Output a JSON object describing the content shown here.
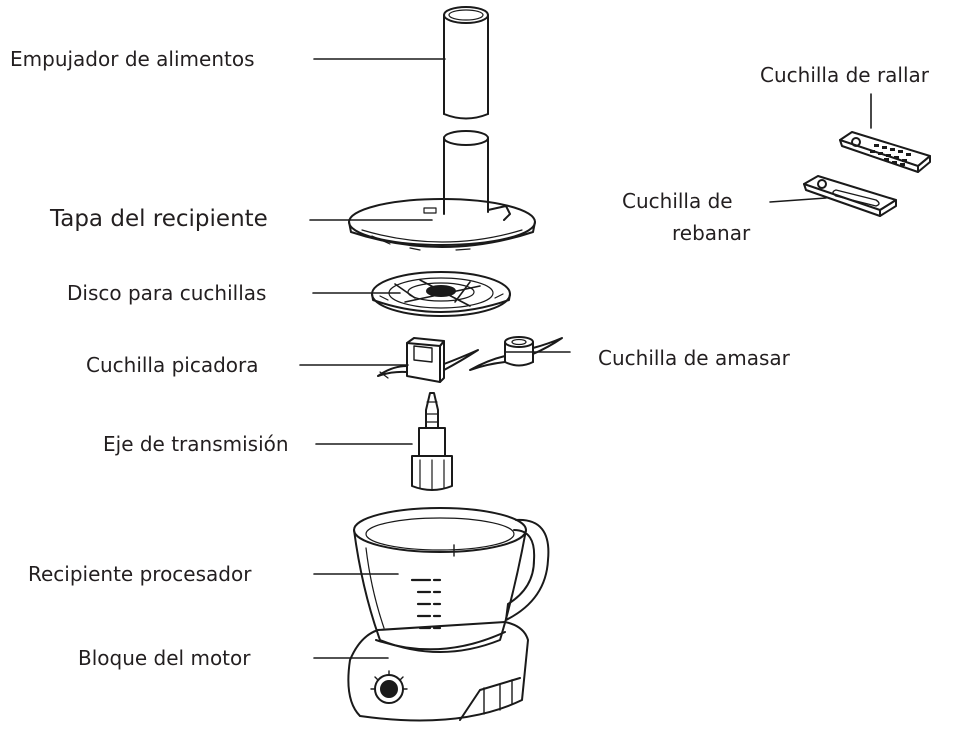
{
  "labels": {
    "food_pusher": "Empujador de alimentos",
    "bowl_lid": "Tapa del recipiente",
    "blade_disc": "Disco para cuchillas",
    "chopping_blade": "Cuchilla picadora",
    "drive_shaft": "Eje de transmisión",
    "processor_bowl": "Recipiente procesador",
    "motor_block": "Bloque del motor",
    "grating_blade": "Cuchilla de rallar",
    "slicing_blade_1": "Cuchilla de",
    "slicing_blade_2": "rebanar",
    "kneading_blade": "Cuchilla de amasar"
  },
  "colors": {
    "ink": "#231f20",
    "line": "#1a1a1a"
  }
}
